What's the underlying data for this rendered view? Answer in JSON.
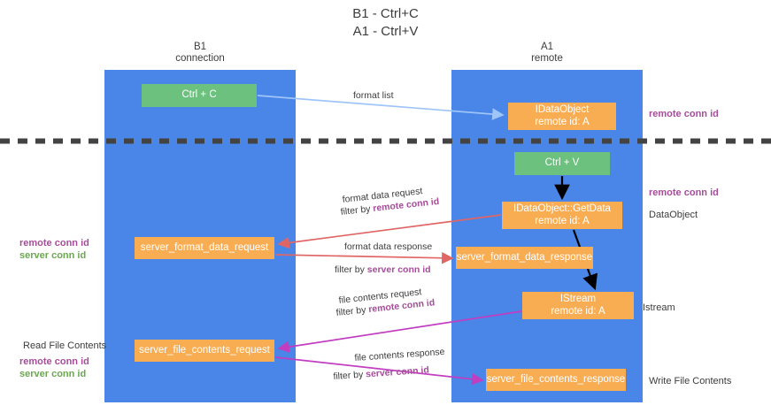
{
  "title": "B1 - Ctrl+C\nA1 - Ctrl+V",
  "title_line1": "B1 - Ctrl+C",
  "title_line2": "A1 - Ctrl+V",
  "columns": [
    {
      "name": "B1",
      "sub": "connection",
      "color": "#4a86e8"
    },
    {
      "name": "A1",
      "sub": "remote",
      "color": "#4a86e8"
    }
  ],
  "nodes": {
    "ctrl_c": {
      "label": "Ctrl + C",
      "color": "#6cc17f"
    },
    "idataobject": {
      "line1": "IDataObject",
      "line2": "remote id: A",
      "color": "#f9ad53"
    },
    "ctrl_v": {
      "label": "Ctrl + V",
      "color": "#6cc17f"
    },
    "getdata": {
      "line1": "IDataObject::GetData",
      "line2": "remote id: A",
      "color": "#f9ad53"
    },
    "server_format_data_request": {
      "label": "server_format_data_request",
      "color": "#f9ad53"
    },
    "server_format_data_response": {
      "label": "server_format_data_response",
      "color": "#f9ad53"
    },
    "istream": {
      "line1": "IStream",
      "line2": "remote id: A",
      "color": "#f9ad53"
    },
    "server_file_contents_request": {
      "label": "server_file_contents_request",
      "color": "#f9ad53"
    },
    "server_file_contents_response": {
      "label": "server_file_contents_response",
      "color": "#f9ad53"
    }
  },
  "arrow_labels": {
    "format_list": "format list",
    "format_data_request": "format data request",
    "format_data_request_filter_prefix": "filter by ",
    "format_data_request_filter_value": "remote conn id",
    "format_data_response": "format data response",
    "format_data_response_filter_prefix": "filter by ",
    "format_data_response_filter_value": "server conn id",
    "file_contents_request": "file contents request",
    "file_contents_request_filter_prefix": "filter by ",
    "file_contents_request_filter_value": "remote conn id",
    "file_contents_response": "file contents response",
    "file_contents_response_filter_prefix": "filter by ",
    "file_contents_response_filter_value": "server conn id"
  },
  "side_labels": {
    "remote_conn_id_top": "remote conn id",
    "remote_conn_id_mid": "remote conn id",
    "dataobject": "DataObject",
    "istream": "Istream",
    "write_file_contents": "Write File Contents",
    "read_file_contents": "Read File Contents",
    "left_remote_conn_id": "remote conn id",
    "left_server_conn_id": "server conn id",
    "left_remote_conn_id_2": "remote conn id",
    "left_server_conn_id_2": "server conn id"
  },
  "colors": {
    "column": "#4a86e8",
    "green_node": "#6cc17f",
    "orange_node": "#f9ad53",
    "purple_text": "#a64d9a",
    "green_text": "#6aa84f",
    "red_arrow": "#e06666",
    "magenta_arrow": "#c13ec1",
    "blue_arrow": "#9fc5f8",
    "black_arrow": "#000000",
    "divider": "#434343"
  }
}
